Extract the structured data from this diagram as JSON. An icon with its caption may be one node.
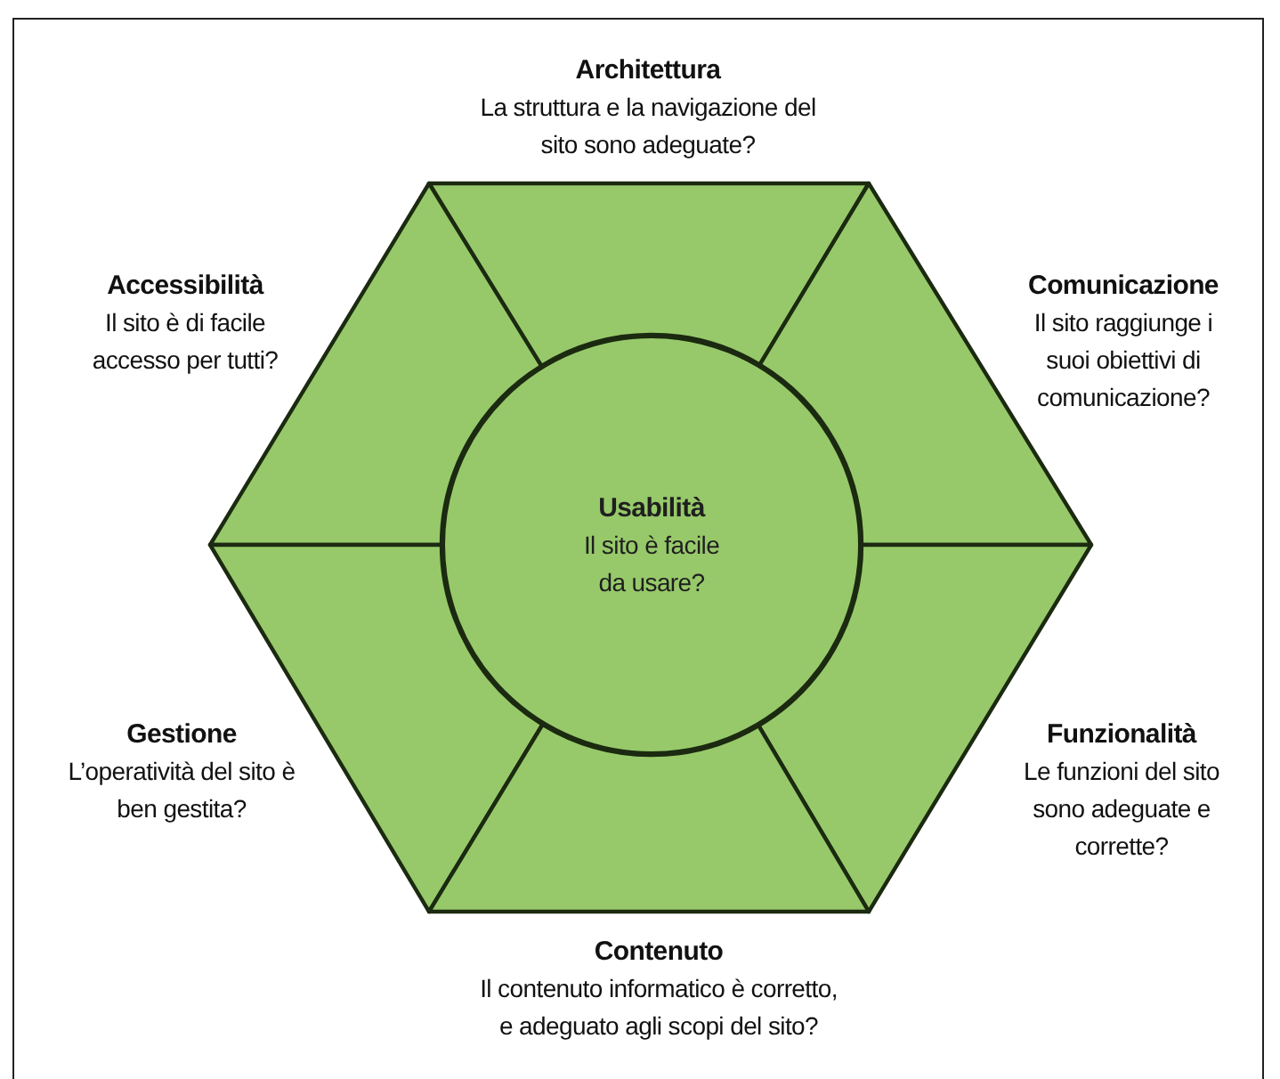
{
  "diagram": {
    "nodes": [
      {
        "text": [
          "Architettura",
          "La struttura e la navigazione del sito sono adeguate?"
        ]
      },
      {
        "text": [
          "Accessibilità",
          "Il sito è di facile accesso per tutti?"
        ]
      },
      {
        "text": [
          "Comunicazione",
          "Il sito raggiunge i suoi obiettivi di comunicazione?"
        ]
      },
      {
        "text": [
          "Usabilità",
          "Il sito è facile da usare?"
        ]
      },
      {
        "text": [
          "Gestione",
          "L’operatività del sito è ben gestita?"
        ]
      },
      {
        "text": [
          "Funzionalità",
          "Le funzioni del sito sono adeguate e corrette?"
        ]
      },
      {
        "text": [
          "Contenuto",
          "Il contenuto informatico è corretto, e adeguato agli scopi del sito?"
        ]
      }
    ]
  }
}
